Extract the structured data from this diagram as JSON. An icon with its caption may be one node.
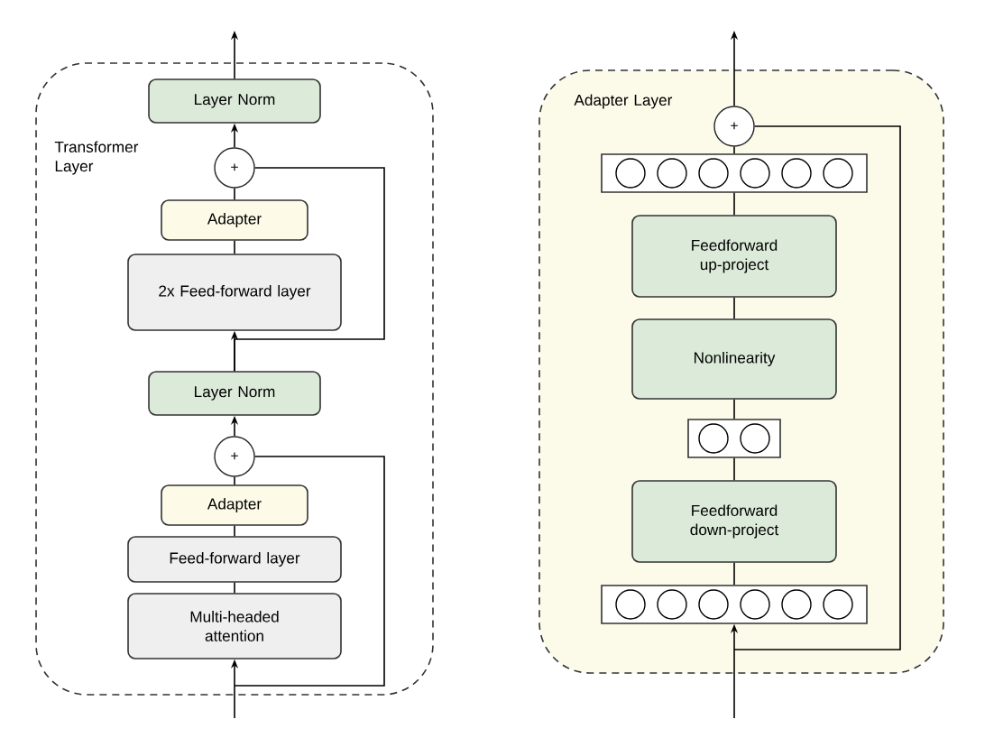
{
  "diagram": {
    "nodes": [
      {
        "text": [
          "Transformer Layer"
        ]
      },
      {
        "text": [
          "Layer Norm"
        ],
        "in": 0
      },
      {
        "text": [
          "+"
        ],
        "in": 0
      },
      {
        "text": [
          "Adapter"
        ],
        "in": 0
      },
      {
        "text": [
          "2x Feed-forward layer"
        ],
        "in": 0
      },
      {
        "text": [
          "Layer Norm"
        ],
        "in": 0
      },
      {
        "text": [
          "+"
        ],
        "in": 0
      },
      {
        "text": [
          "Adapter"
        ],
        "in": 0
      },
      {
        "text": [
          "Feed-forward layer"
        ],
        "in": 0
      },
      {
        "text": [
          "Multi-headed attention"
        ],
        "in": 0
      },
      {
        "text": [
          "Adapter Layer"
        ]
      },
      {
        "text": [
          "+"
        ],
        "in": 10
      },
      {
        "text": [],
        "shape": "box",
        "in": 10
      },
      {
        "text": [
          "Feedforward up-project"
        ],
        "in": 10
      },
      {
        "text": [
          "Nonlinearity"
        ],
        "in": 10
      },
      {
        "text": [],
        "shape": "box",
        "in": 10
      },
      {
        "text": [
          "Feedforward down-project"
        ],
        "in": 10
      },
      {
        "text": [],
        "shape": "box",
        "in": 10
      }
    ],
    "edges": [
      {
        "from": null,
        "to": 9,
        "arrow": "to"
      },
      {
        "from": null,
        "to": 6,
        "arrow": "none"
      },
      {
        "from": 9,
        "to": 8,
        "arrow": "none"
      },
      {
        "from": 8,
        "to": 7,
        "arrow": "none"
      },
      {
        "from": 7,
        "to": 6,
        "arrow": "none"
      },
      {
        "from": 6,
        "to": 5,
        "arrow": "to"
      },
      {
        "from": 5,
        "to": 4,
        "arrow": "to"
      },
      {
        "from": 5,
        "to": 2,
        "arrow": "none"
      },
      {
        "from": 4,
        "to": 3,
        "arrow": "none"
      },
      {
        "from": 3,
        "to": 2,
        "arrow": "none"
      },
      {
        "from": 2,
        "to": 1,
        "arrow": "to"
      },
      {
        "from": 1,
        "to": null,
        "arrow": "to"
      },
      {
        "from": null,
        "to": 17,
        "arrow": "to"
      },
      {
        "from": null,
        "to": 11,
        "arrow": "none"
      },
      {
        "from": 17,
        "to": 16,
        "arrow": "none"
      },
      {
        "from": 16,
        "to": 15,
        "arrow": "none"
      },
      {
        "from": 15,
        "to": 14,
        "arrow": "none"
      },
      {
        "from": 14,
        "to": 13,
        "arrow": "none"
      },
      {
        "from": 13,
        "to": 12,
        "arrow": "none"
      },
      {
        "from": 12,
        "to": 11,
        "arrow": "none"
      },
      {
        "from": 11,
        "to": null,
        "arrow": "to"
      }
    ]
  }
}
